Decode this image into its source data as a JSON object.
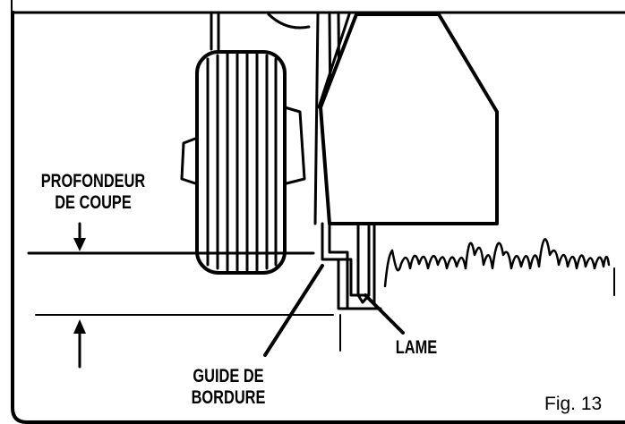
{
  "labels": {
    "depth_line1": "PROFONDEUR",
    "depth_line2": "DE COUPE",
    "edge_guide_line1": "GUIDE DE",
    "edge_guide_line2": "BORDURE",
    "blade": "LAME",
    "caption": "Fig. 13"
  },
  "colors": {
    "line": "#000000",
    "background": "#ffffff"
  }
}
